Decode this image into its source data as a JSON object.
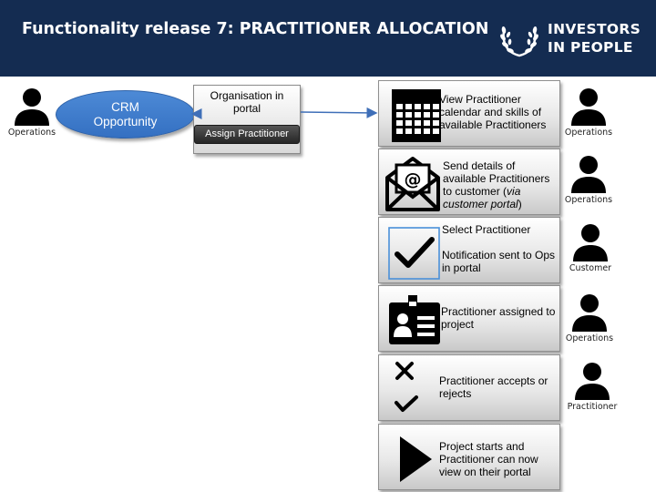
{
  "header": {
    "title": "Functionality release 7: PRACTITIONER ALLOCATION",
    "logo_line1": "INVESTORS",
    "logo_line2": "IN PEOPLE",
    "background": "#142c51"
  },
  "actors": {
    "start": "Operations",
    "step1": "Operations",
    "step2": "Operations",
    "step3": "Customer",
    "step4": "Operations",
    "step5": "Practitioner"
  },
  "crm": {
    "line1": "CRM",
    "line2": "Opportunity",
    "color": "#3f7fd0"
  },
  "org_portal": {
    "label_line1": "Organisation in",
    "label_line2": "portal",
    "button_label": "Assign Practitioner"
  },
  "steps": [
    {
      "icon": "calendar-icon",
      "lines": [
        "View Practitioner",
        "calendar and skills of",
        "available Practitioners"
      ]
    },
    {
      "icon": "email-envelope-icon",
      "lines": [
        "Send details of",
        "available Practitioners",
        "to customer (",
        "via",
        "customer portal",
        ")"
      ]
    },
    {
      "icon": "checkmark-icon",
      "lines": [
        "Select Practitioner",
        "Notification sent to Ops",
        "in portal"
      ]
    },
    {
      "icon": "id-badge-icon",
      "lines": [
        "Practitioner assigned to",
        "project"
      ]
    },
    {
      "icon": "accept-reject-icon",
      "lines": [
        "Practitioner accepts or",
        "rejects"
      ]
    },
    {
      "icon": "play-icon",
      "lines": [
        "Project starts and",
        "Practitioner can now",
        "view on their portal"
      ]
    }
  ]
}
